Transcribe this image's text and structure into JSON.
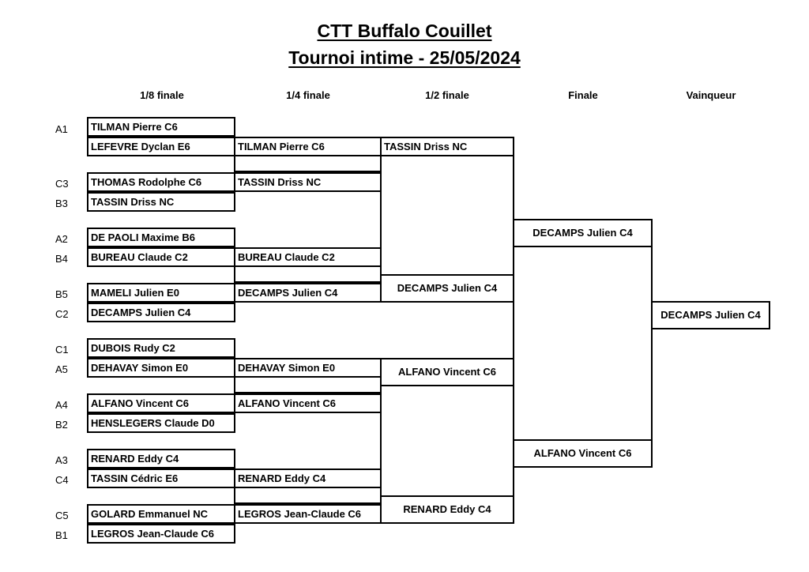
{
  "header": {
    "title": "CTT Buffalo Couillet",
    "subtitle": "Tournoi intime - 25/05/2024"
  },
  "rounds": [
    "1/8 finale",
    "1/4 finale",
    "1/2 finale",
    "Finale",
    "Vainqueur"
  ],
  "seeds": [
    "A1",
    "C3",
    "B3",
    "A2",
    "B4",
    "B5",
    "C2",
    "C1",
    "A5",
    "A4",
    "B2",
    "A3",
    "C4",
    "C5",
    "B1"
  ],
  "round_of_16": [
    "TILMAN Pierre C6",
    "LEFEVRE Dyclan E6",
    "THOMAS Rodolphe C6",
    "TASSIN Driss NC",
    "DE PAOLI Maxime B6",
    "BUREAU Claude C2",
    "MAMELI Julien E0",
    "DECAMPS Julien C4",
    "DUBOIS Rudy C2",
    "DEHAVAY Simon E0",
    "ALFANO Vincent C6",
    "HENSLEGERS Claude D0",
    "RENARD Eddy C4",
    "TASSIN Cédric E6",
    "GOLARD Emmanuel NC",
    "LEGROS Jean-Claude C6"
  ],
  "quarter_finals": [
    "TILMAN Pierre C6",
    "TASSIN Driss NC",
    "BUREAU Claude C2",
    "DECAMPS Julien C4",
    "DEHAVAY Simon E0",
    "ALFANO Vincent C6",
    "RENARD Eddy C4",
    "LEGROS Jean-Claude C6"
  ],
  "semi_finals": [
    "TASSIN Driss NC",
    "DECAMPS Julien C4",
    "ALFANO Vincent C6",
    "RENARD Eddy C4"
  ],
  "final": [
    "DECAMPS Julien C4",
    "ALFANO Vincent C6"
  ],
  "winner": "DECAMPS Julien C4"
}
